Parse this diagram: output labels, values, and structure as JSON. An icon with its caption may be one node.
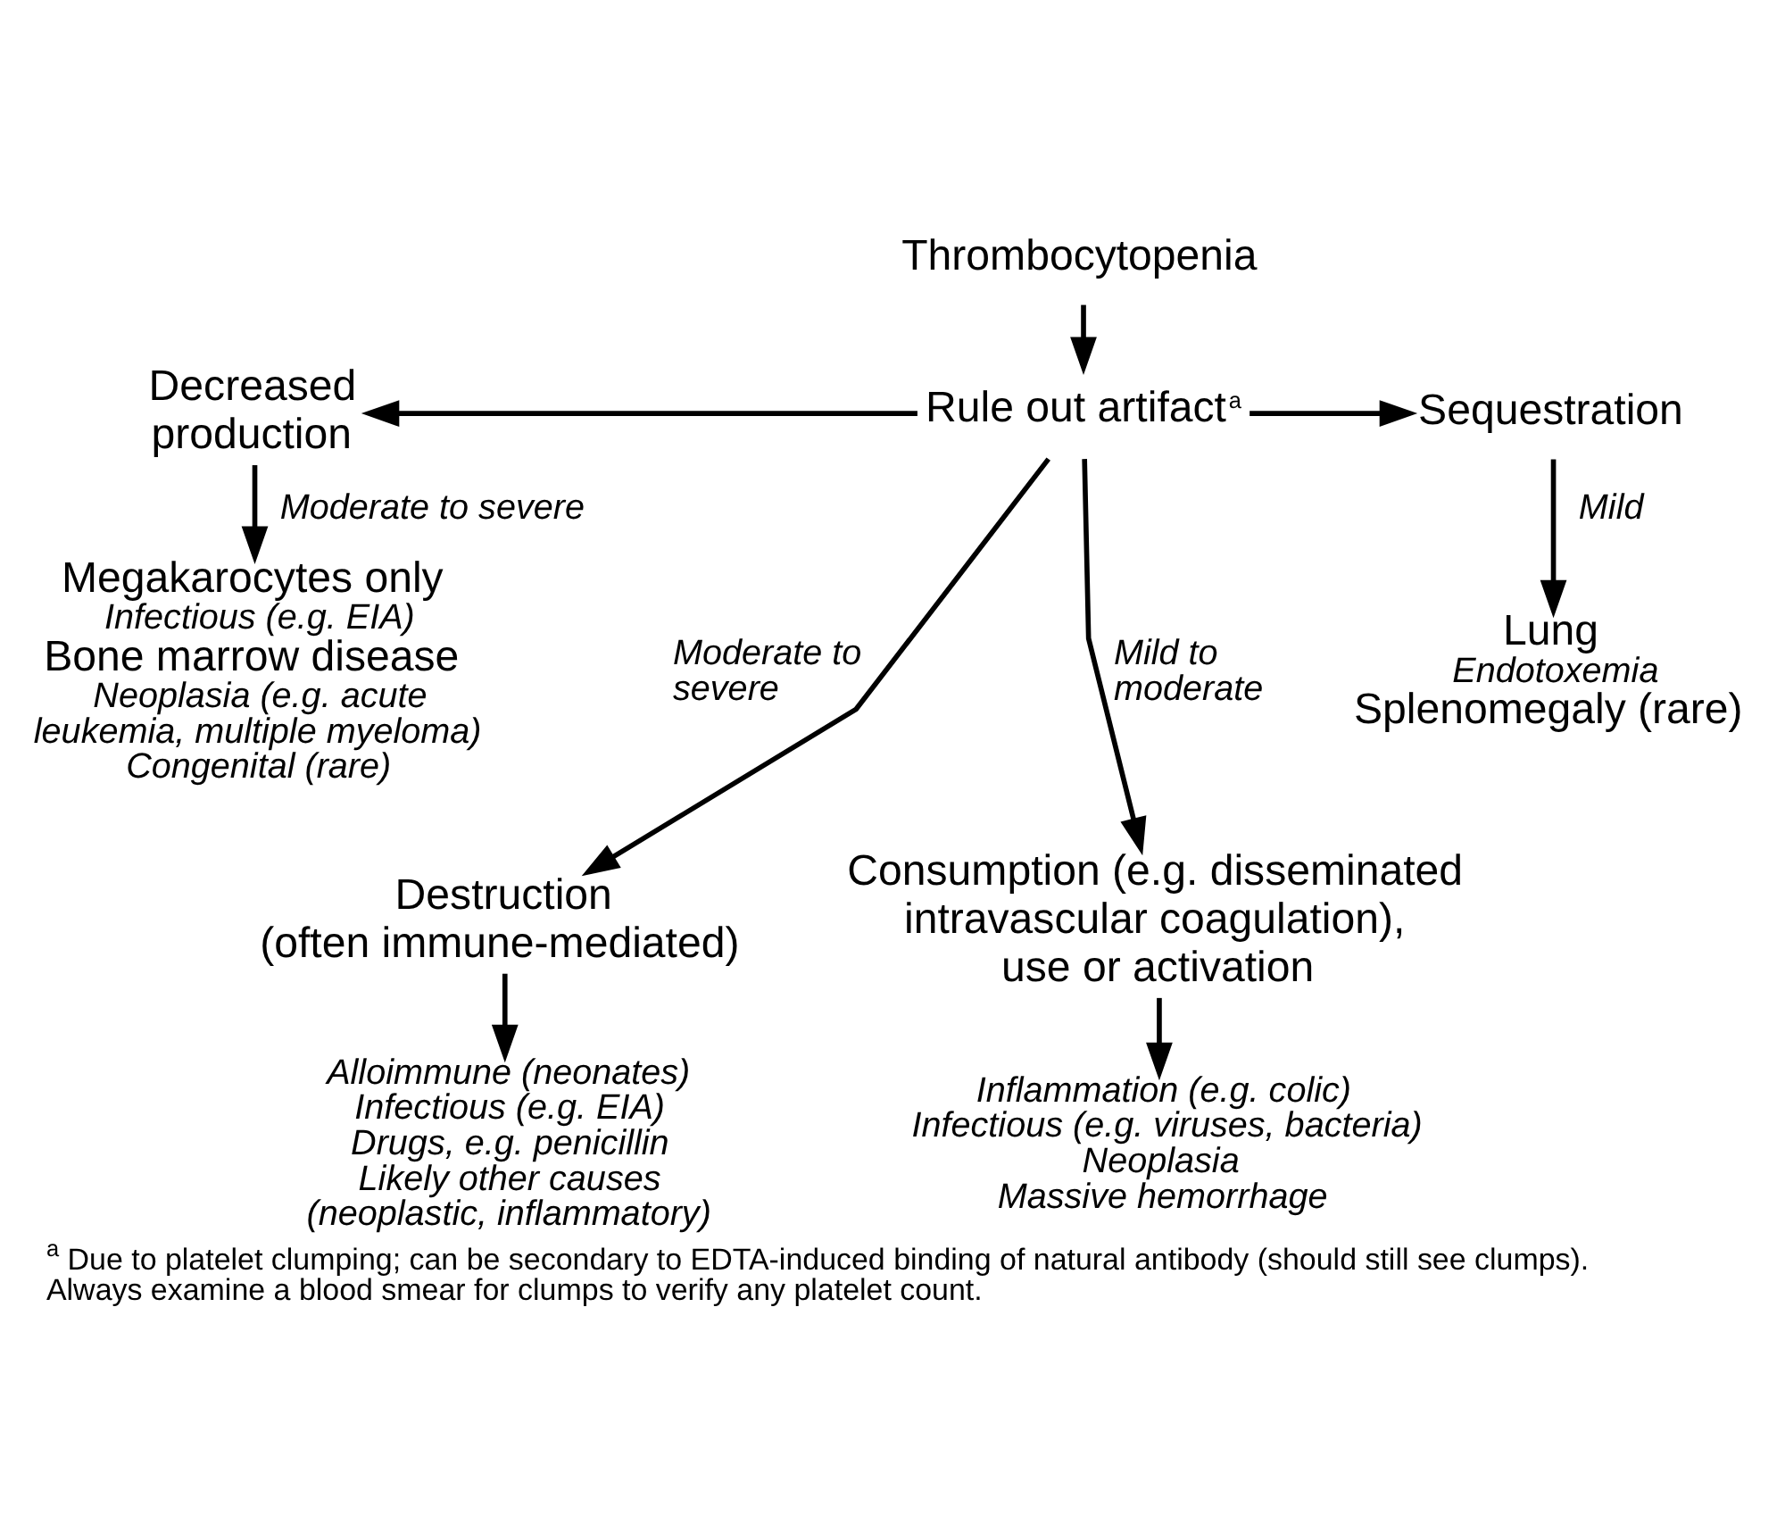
{
  "diagram": {
    "caption": "$^{a}$ Due to platelet clumping; can be secondary to EDTA-induced binding of natural antibody (should still see clumps). Always examine a blood smear for clumps to verify any platelet count.",
    "nodes": [
      {
        "text": [
          "Thrombocytopenia"
        ]
      },
      {
        "text": [
          "Rule out artifact$^{a}$"
        ]
      },
      {
        "text": [
          "Decreased production"
        ]
      },
      {
        "text": [
          "Sequestration"
        ]
      },
      {
        "text": [
          "Megakarocytes only",
          "Infectious (e.g. EIA)",
          "Bone marrow disease",
          "Neoplasia (e.g. acute leukemia, multiple myeloma)",
          "Congenital (rare)"
        ]
      },
      {
        "text": [
          "Lung",
          "Endotoxemia",
          "Splenomegaly (rare)"
        ]
      },
      {
        "text": [
          "Destruction (often immune-mediated)"
        ]
      },
      {
        "text": [
          "Consumption (e.g. disseminated intravascular coagulation), use or activation"
        ]
      },
      {
        "text": [
          "Alloimmune (neonates)",
          "Infectious (e.g. EIA)",
          "Drugs, e.g. penicillin",
          "Likely other causes (neoplastic, inflammatory)"
        ]
      },
      {
        "text": [
          "Inflammation (e.g. colic)",
          "Infectious (e.g. viruses, bacteria)",
          "Neoplasia",
          "Massive hemorrhage"
        ]
      }
    ],
    "edges": [
      {
        "from": 0,
        "to": 1,
        "arrow": "to"
      },
      {
        "from": 1,
        "to": 2,
        "arrow": "to"
      },
      {
        "from": 1,
        "to": 3,
        "arrow": "to"
      },
      {
        "from": 2,
        "to": 4,
        "arrow": "to",
        "label": "Moderate to severe"
      },
      {
        "from": 3,
        "to": 5,
        "arrow": "to",
        "label": "Mild"
      },
      {
        "from": 1,
        "to": 6,
        "arrow": "to",
        "label": "Moderate to severe"
      },
      {
        "from": 1,
        "to": 7,
        "arrow": "to",
        "label": "Mild to moderate"
      },
      {
        "from": 6,
        "to": 8,
        "arrow": "to"
      },
      {
        "from": 7,
        "to": 9,
        "arrow": "to"
      }
    ]
  }
}
